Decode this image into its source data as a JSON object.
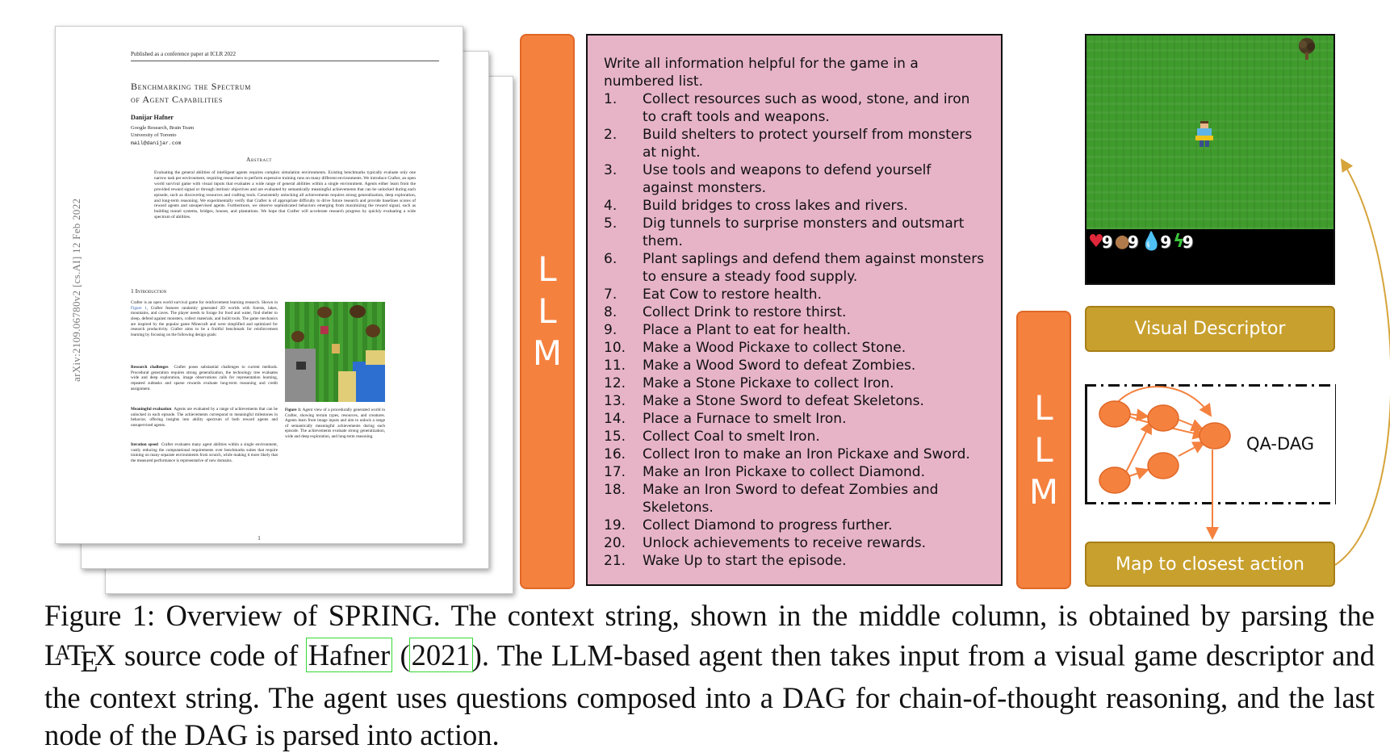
{
  "paper": {
    "header": "Published as a conference paper at ICLR 2022",
    "title_line1": "Benchmarking the Spectrum",
    "title_line2": "of Agent Capabilities",
    "author": "Danijar Hafner",
    "affiliation_line1": "Google Research, Brain Team",
    "affiliation_line2": "University of Toronto",
    "email": "mail@danijar.com",
    "abstract_heading": "Abstract",
    "abstract": "Evaluating the general abilities of intelligent agents requires complex simulation environments. Existing benchmarks typically evaluate only one narrow task per environment, requiring researchers to perform expensive training runs on many different environments. We introduce Crafter, an open world survival game with visual inputs that evaluates a wide range of general abilities within a single environment. Agents either learn from the provided reward signal or through intrinsic objectives and are evaluated by semantically meaningful achievements that can be unlocked during each episode, such as discovering resources and crafting tools. Consistently unlocking all achievements requires strong generalization, deep exploration, and long-term reasoning. We experimentally verify that Crafter is of appropriate difficulty to drive future research and provide baselines scores of reward agents and unsupervised agents. Furthermore, we observe sophisticated behaviors emerging from maximizing the reward signal, such as building tunnel systems, bridges, houses, and plantations. We hope that Crafter will accelerate research progress by quickly evaluating a wide spectrum of abilities.",
    "arxiv_id": "arXiv:2109.06780v2  [cs.AI]  12 Feb 2022",
    "section_heading": "1   Introduction",
    "intro_p1_a": "Crafter is an open world survival game for reinforcement learning research. Shown in ",
    "intro_p1_link": "Figure 1",
    "intro_p1_b": ", Crafter features randomly generated 2D worlds with forests, lakes, mountains, and caves. The player needs to forage for food and water, find shelter to sleep, defend against monsters, collect materials, and build tools. The game mechanics are inspired by the popular game Minecraft and were simplified and optimized for research productivity. Crafter aims to be a fruitful benchmark for reinforcement learning by focusing on the following design goals:",
    "para_rc_head": "Research challenges",
    "para_rc": "Crafter poses substantial challenges to current methods. Procedural generation requires strong generalization, the technology tree evaluates wide and deep exploration, image observations calls for representation learning, repeated subtasks and sparse rewards evaluate long-term reasoning and credit assignment.",
    "para_me_head": "Meaningful evaluation",
    "para_me": "Agents are evaluated by a range of achievements that can be unlocked in each episode. The achievements correspond to meaningful milestones in behavior, offering insights into ability spectrum of both reward agents and unsupervised agents.",
    "para_is_head": "Iteration speed",
    "para_is": "Crafter evaluates many agent abilities within a single environment, vastly reducing the computational requirements over benchmarks suites that require training on many separate environments from scratch, while making it more likely that the measured performance is representative of new domains.",
    "fig_caption_head": "Figure 1:",
    "fig_caption": "Agent view of a procedurally generated world in Crafter, showing terrain types, resources, and creatures. Agents learn from image inputs and aim to unlock a range of semantically meaningful achievements during each episode. The achievements evaluate strong generalization, wide and deep exploration, and long-term reasoning.",
    "page_number": "1"
  },
  "llm_label": [
    "L",
    "L",
    "M"
  ],
  "context": {
    "prompt": "Write all information helpful for the game in a numbered list.",
    "items": [
      {
        "n": "1.",
        "text": "Collect resources such as wood, stone, and iron to craft tools and weapons."
      },
      {
        "n": "2.",
        "text": "Build shelters to protect yourself from monsters at night."
      },
      {
        "n": "3.",
        "text": "Use tools and weapons to defend yourself against monsters."
      },
      {
        "n": "4.",
        "text": "Build bridges to cross lakes and rivers."
      },
      {
        "n": "5.",
        "text": "Dig tunnels to surprise monsters and outsmart them."
      },
      {
        "n": "6.",
        "text": "Plant saplings and defend them against monsters to ensure a steady food supply."
      },
      {
        "n": "7.",
        "text": "Eat Cow to restore health."
      },
      {
        "n": "8.",
        "text": "Collect Drink to restore thirst."
      },
      {
        "n": "9.",
        "text": "Place a Plant to eat for health."
      },
      {
        "n": "10.",
        "text": "Make a Wood Pickaxe to collect Stone."
      },
      {
        "n": "11.",
        "text": "Make a Wood Sword to defeat Zombies."
      },
      {
        "n": "12.",
        "text": "Make a Stone Pickaxe to collect Iron."
      },
      {
        "n": "13.",
        "text": "Make a Stone Sword to defeat Skeletons."
      },
      {
        "n": "14.",
        "text": "Place a Furnace to smelt Iron."
      },
      {
        "n": "15.",
        "text": "Collect Coal to smelt Iron."
      },
      {
        "n": "16.",
        "text": "Collect Iron to make an Iron Pickaxe and Sword."
      },
      {
        "n": "17.",
        "text": "Make an Iron Pickaxe to collect Diamond."
      },
      {
        "n": "18.",
        "text": "Make an Iron Sword to defeat Zombies and Skeletons."
      },
      {
        "n": "19.",
        "text": "Collect Diamond to progress further."
      },
      {
        "n": "20.",
        "text": "Unlock achievements to receive rewards."
      },
      {
        "n": "21.",
        "text": "Wake Up to start the episode."
      }
    ]
  },
  "game": {
    "stats": [
      {
        "icon": "heart-icon",
        "glyph": "♥",
        "color": "#e0283a",
        "value": "9"
      },
      {
        "icon": "food-icon",
        "glyph": "●",
        "color": "#b07a4a",
        "value": "9"
      },
      {
        "icon": "water-drop-icon",
        "glyph": "💧",
        "color": "#3f7ee8",
        "value": "9"
      },
      {
        "icon": "energy-bolt-icon",
        "glyph": "ϟ",
        "color": "#3cc43c",
        "value": "9"
      }
    ]
  },
  "visual_descriptor": "Visual Descriptor",
  "qa_dag_label": "QA-DAG",
  "map_action": "Map to closest action",
  "caption": {
    "part1": "Figure 1: Overview of SPRING. The context string, shown in the middle column, is obtained by parsing the ",
    "latex": "LaTeX",
    "part2": " source code of ",
    "ref_author": "Hafner",
    "paren_open": " (",
    "ref_year": "2021",
    "part3": "). The LLM-based agent then takes input from a visual game descriptor and the context string. The agent uses questions composed into a DAG for chain-of-thought reasoning, and the last node of the DAG is parsed into action."
  },
  "colors": {
    "llm_orange": "#f5813f",
    "context_pink": "#e7b4c7",
    "gold": "#c8a02e",
    "dag_node": "#f5813f",
    "grass": "#3f9b2c",
    "citation_box": "#37d837"
  }
}
